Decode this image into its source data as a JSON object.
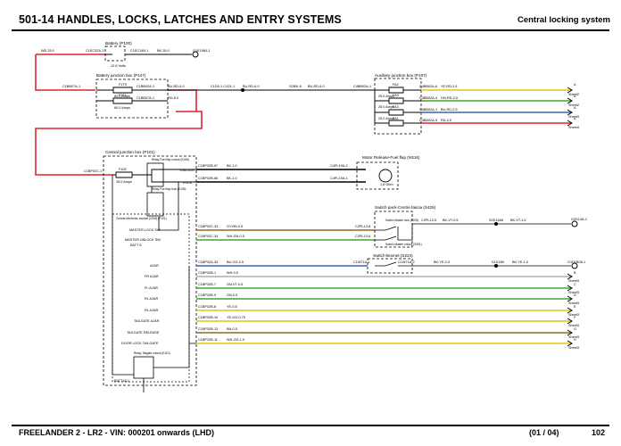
{
  "header": {
    "section_title": "501-14 HANDLES, LOCKS, LATCHES AND ENTRY SYSTEMS",
    "page_title": "Central locking system"
  },
  "footer": {
    "vehicle": "FREELANDER 2 - LR2 - VIN: 000201 onwards  (LHD)",
    "sheet": "(01 / 04)",
    "page_number": "102"
  },
  "colors": {
    "red_wire": "#d9272e",
    "brown_wire": "#8b6a2b",
    "green_wire": "#3fa535",
    "black_wire": "#000000",
    "yellow_wire": "#e1c21a",
    "line": "#000000"
  },
  "diagram": {
    "battery": {
      "label": "Battery (P100)",
      "voltage": "12.6 Volts",
      "pin_left": "C1EC32A-1",
      "pin_right": "C1EC14B-1",
      "wire": "BK-35.0",
      "ground": "G1E1984-1"
    },
    "wire_w": "WE-25.0",
    "bjb": {
      "label": "Battery junction box (P147)",
      "pin_in": "C1BB07A-1",
      "fuse1": "F1T9",
      "fuse1_rating": "60.0 Amps",
      "fuse2": "F1T1",
      "fuse2_rating": "60.0 Amps",
      "pin_out1": "C1BB02A-1",
      "pin_out2": "C1BB07A-1",
      "wire_out1": "BU-RD-6.0",
      "wire_out2": "RD-6.0"
    },
    "splice": {
      "pins": "C1D5-1 C1D1-1",
      "wire1": "BU-RD-6.0",
      "wire2": "BU-RD-6.0",
      "node": "S2B4I-6"
    },
    "aux_box": {
      "label": "Auxiliary junction box (P107)",
      "pin_in": "C4BB02A-1",
      "fuses": [
        {
          "name": "FA2",
          "rating": "25.0 Amps",
          "pin": "C4BB02A-6",
          "wire": "YE-RD-2.5"
        },
        {
          "name": "FA9",
          "rating": "25.0 Amps",
          "pin": "C4BB02A-4",
          "wire": "GN-RD-2.5"
        },
        {
          "name": "FA3",
          "rating": "25.0 Amps",
          "pin": "C4BB02A-1",
          "wire": "BU-RD-2.5"
        },
        {
          "name": "FA1",
          "rating": "",
          "pin": "C4BB02A-5",
          "wire": "RD-2.5"
        }
      ]
    },
    "cjb": {
      "label": "Central junction box (P101)",
      "pin_in": "C1BP02C-1",
      "fuse": "F105",
      "fuse_rating": "15.0 Amps",
      "relay_unlock": "Relay-Fuel flap unlock (K106)",
      "relay_lock": "Relay-Fuel flap lock (K105)",
      "tag_unlock": "UNLOCK",
      "tag_lock": "LOCK",
      "cem": "Central electronic module (CEM) (P101)",
      "batt": "BATT 6",
      "relay_tailgate": "Relay-Tailgate unlock (K110)",
      "batt_bottom": "BATT16-1"
    },
    "fuel_motor": {
      "label": "Motor Release-Fuel flap (M116)",
      "pin_top": "C4PL19A-2",
      "pin_bottom": "C4PL19A-1",
      "note": "1.8 Ohm",
      "pin_cjb1": "C1BP32B-67",
      "pin_cjb2": "C1BP32B-68",
      "wire1": "BK-1.0",
      "wire2": "BK-1.0"
    },
    "switch_pack": {
      "label": "Switch pack-Centre fascia (S425)",
      "sw1": "Switch-Master lock (S376)",
      "sw2": "Switch-Master unlock (S391)",
      "pin_in1": "C2PL13-8",
      "pin_in2": "C2PL13-6",
      "pin_out": "C2PL13-5",
      "wire_out": "BK-VT-0.5",
      "node": "S2D15A6",
      "wire_to_ground": "BK-VT-1.5",
      "ground": "G2D13A-1"
    },
    "bonnet": {
      "label": "Switch-Bonnet (S224)",
      "pin_in": "C1W71A-1",
      "pin_out": "C1W71A-2",
      "wire": "BK-YE-0.5",
      "node": "S1D1B0",
      "wire_to_ground": "BK-YE-1.0",
      "ground": "G1D1B08-1"
    },
    "signals": [
      {
        "label": "MASTER LOCK SW",
        "pin": "C1BP02C-33",
        "wire": "GY-BN-0.5"
      },
      {
        "label": "MASTER UNLOCK SW",
        "pin": "C1BP02C-34",
        "wire": "WH-GN-0.5"
      },
      {
        "label": "AJAR",
        "pin": "C1BP32A-33",
        "wire": "BU-OG-0.5"
      }
    ],
    "outputs": [
      {
        "label": "FR AJAR",
        "pin": "C1BP32B-1",
        "wire": "WH-0.5",
        "to": "B",
        "dest": "Sheet3"
      },
      {
        "label": "FL AJAR",
        "pin": "C1BP32B-7",
        "wire": "GN-VT-0.5",
        "to": "C",
        "dest": "Sheet3"
      },
      {
        "label": "RL AJAR",
        "pin": "C1BP32B-9",
        "wire": "GN-0.5",
        "to": "D",
        "dest": "Sheet3"
      },
      {
        "label": "RL AJAR",
        "pin": "C1BP32B-8",
        "wire": "YE-0.5",
        "to": "E",
        "dest": "Sheet3"
      },
      {
        "label": "TAILGATE AJAR",
        "pin": "C1BP32B-10",
        "wire": "YE-OG-0.75",
        "to": "F",
        "dest": "Sheet3"
      },
      {
        "label": "TAILGATE RELEASE",
        "pin": "C1BP32B-13",
        "wire": "BN-0.5",
        "to": "G",
        "dest": "Sheet3"
      },
      {
        "label": "DOOR LOCK TAILGATE",
        "pin": "C1BP32B-11",
        "wire": "WH-OG-1.0",
        "to": "H",
        "dest": "Sheet3"
      }
    ],
    "aux_outputs": [
      {
        "to": "A",
        "dest": "Sheet2"
      },
      {
        "to": "A",
        "dest": "Sheet2"
      },
      {
        "to": "A",
        "dest": "Sheet3"
      },
      {
        "to": "A",
        "dest": "Sheet4"
      }
    ]
  }
}
